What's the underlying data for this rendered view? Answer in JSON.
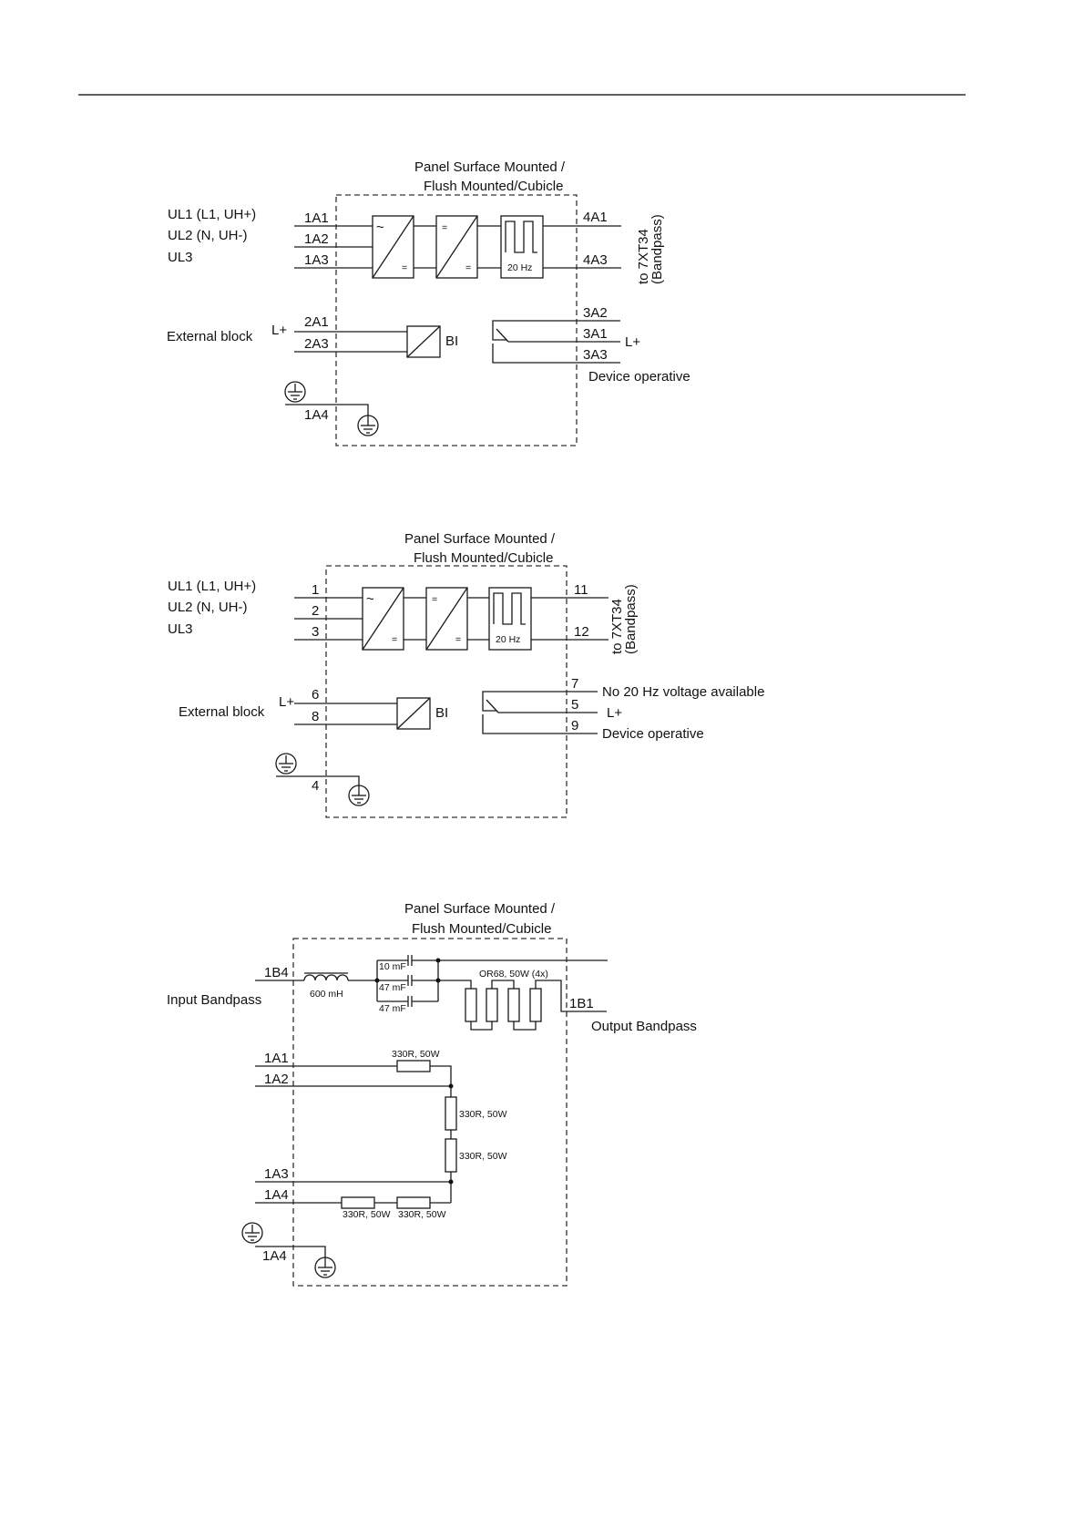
{
  "header_rule_color": "#000000",
  "diagram1": {
    "title_line1": "Panel Surface Mounted /",
    "title_line2": "Flush Mounted/Cubicle",
    "inputs": [
      "UL1  (L1, UH+)",
      "UL2  (N, UH-)",
      "UL3"
    ],
    "in_terminals": [
      "1A1",
      "1A2",
      "1A3"
    ],
    "out_terminals": [
      "4A1",
      "4A3"
    ],
    "to_line1": "to 7XT34",
    "to_line2": "(Bandpass)",
    "tilde": "~",
    "eq": "=",
    "freq": "20 Hz",
    "external_block": "External block",
    "lplus": "L+",
    "bi_terminals": [
      "2A1",
      "2A3"
    ],
    "bi": "BI",
    "relay_terminals": [
      "3A2",
      "3A1",
      "3A3"
    ],
    "device_operative": "Device operative",
    "earth_terminal": "1A4"
  },
  "diagram2": {
    "title_line1": "Panel Surface Mounted /",
    "title_line2": "Flush Mounted/Cubicle",
    "inputs": [
      "UL1  (L1, UH+)",
      "UL2  (N, UH-)",
      "UL3"
    ],
    "in_terminals": [
      "1",
      "2",
      "3"
    ],
    "out_terminals": [
      "11",
      "12"
    ],
    "to_line1": "to 7XT34",
    "to_line2": "(Bandpass)",
    "tilde": "~",
    "eq": "=",
    "freq": "20 Hz",
    "external_block": "External block",
    "lplus": "L+",
    "bi_terminals": [
      "6",
      "8"
    ],
    "bi": "BI",
    "relay_terminals": [
      "7",
      "5",
      "9"
    ],
    "no_voltage": "No 20 Hz voltage available",
    "device_operative": "Device operative",
    "earth_terminal": "4"
  },
  "diagram3": {
    "title_line1": "Panel Surface Mounted /",
    "title_line2": "Flush Mounted/Cubicle",
    "in_terminal": "1B4",
    "input_bandpass": "Input Bandpass",
    "inductor": "600 mH",
    "caps": [
      "10 mF",
      "47 mF",
      "47 mF"
    ],
    "resistor_bank": "OR68, 50W (4x)",
    "out_terminal": "1B1",
    "output_bandpass": "Output Bandpass",
    "res_terminals": [
      "1A1",
      "1A2",
      "1A3",
      "1A4"
    ],
    "res_label": "330R, 50W",
    "earth_terminal": "1A4"
  }
}
